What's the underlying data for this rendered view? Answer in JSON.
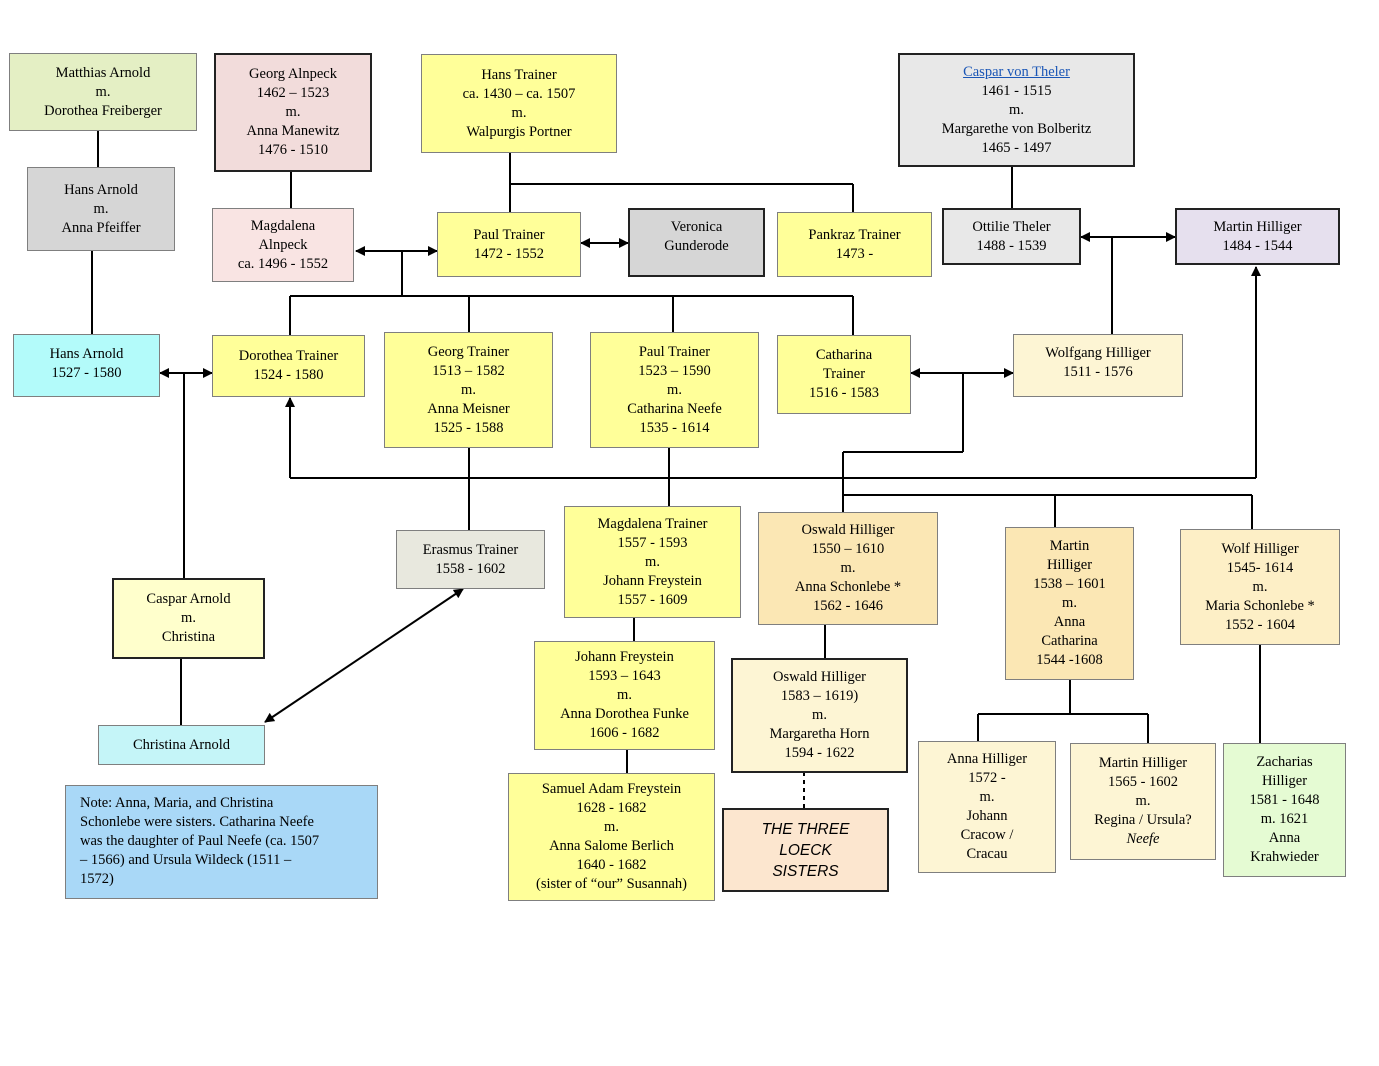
{
  "people": {
    "matthias_arnold": [
      "Matthias Arnold",
      "m.",
      "Dorothea Freiberger"
    ],
    "georg_alnpeck": [
      "Georg Alnpeck",
      "1462 – 1523",
      "m.",
      "Anna Manewitz",
      "1476 - 1510"
    ],
    "hans_trainer": [
      "Hans Trainer",
      "ca. 1430 – ca. 1507",
      "m.",
      "Walpurgis Portner"
    ],
    "caspar_von_theler": {
      "name": "Caspar von Theler",
      "lines": [
        "1461 - 1515",
        "m.",
        "Margarethe von Bolberitz",
        "1465 - 1497"
      ]
    },
    "hans_arnold_sr": [
      "Hans Arnold",
      "m.",
      "Anna Pfeiffer"
    ],
    "magdalena_alnpeck": [
      "Magdalena",
      "Alnpeck",
      "ca. 1496 - 1552"
    ],
    "paul_trainer_sr": [
      "Paul Trainer",
      "1472 - 1552"
    ],
    "veronica_gunderode": [
      "Veronica",
      "Gunderode"
    ],
    "pankraz_trainer": [
      "Pankraz Trainer",
      "1473 -"
    ],
    "ottilie_theler": [
      "Ottilie Theler",
      "1488 - 1539"
    ],
    "martin_hilliger_sr": [
      "Martin Hilliger",
      "1484 - 1544"
    ],
    "hans_arnold_jr": [
      "Hans Arnold",
      "1527 - 1580"
    ],
    "dorothea_trainer": [
      "Dorothea Trainer",
      "1524 - 1580"
    ],
    "georg_trainer": [
      "Georg Trainer",
      "1513 – 1582",
      "m.",
      "Anna Meisner",
      "1525 - 1588"
    ],
    "paul_trainer_jr": [
      "Paul Trainer",
      "1523 – 1590",
      "m.",
      "Catharina Neefe",
      "1535 - 1614"
    ],
    "catharina_trainer": [
      "Catharina",
      "Trainer",
      "1516 - 1583"
    ],
    "wolfgang_hilliger": [
      "Wolfgang Hilliger",
      "1511 - 1576"
    ],
    "erasmus_trainer": [
      "Erasmus Trainer",
      "1558 - 1602"
    ],
    "magdalena_trainer": [
      "Magdalena Trainer",
      "1557 - 1593",
      "m.",
      "Johann Freystein",
      "1557 - 1609"
    ],
    "oswald_hilliger_sr": [
      "Oswald Hilliger",
      "1550 – 1610",
      "m.",
      "Anna Schonlebe *",
      "1562 - 1646"
    ],
    "martin_hilliger_jr": [
      "Martin",
      "Hilliger",
      "1538 – 1601",
      "m.",
      "Anna",
      "Catharina",
      "1544 -1608"
    ],
    "wolf_hilliger": [
      "Wolf Hilliger",
      "1545- 1614",
      "m.",
      "Maria Schonlebe *",
      "1552 - 1604"
    ],
    "caspar_arnold": [
      "Caspar Arnold",
      "m.",
      "Christina"
    ],
    "johann_freystein": [
      "Johann Freystein",
      "1593 – 1643",
      "m.",
      "Anna Dorothea Funke",
      "1606 - 1682"
    ],
    "oswald_hilliger_jr": [
      "Oswald Hilliger",
      "1583 – 1619)",
      "m.",
      "Margaretha Horn",
      "1594 - 1622"
    ],
    "christina_arnold": [
      "Christina Arnold"
    ],
    "anna_hilliger": [
      "Anna Hilliger",
      "1572 -",
      "m.",
      "Johann",
      "Cracow /",
      "Cracau"
    ],
    "martin_hilliger_3": {
      "lines": [
        "Martin Hilliger",
        "1565 - 1602",
        "m.",
        "Regina / Ursula?"
      ],
      "italic": "Neefe"
    },
    "zacharias_hilliger": [
      "Zacharias",
      "Hilliger",
      "1581 - 1648",
      "m. 1621",
      "Anna",
      "Krahwieder"
    ],
    "samuel_freystein": [
      "Samuel Adam Freystein",
      "1628 - 1682",
      "m.",
      "Anna Salome Berlich",
      "1640 - 1682",
      "(sister of “our” Susannah)"
    ],
    "three_loeck_sisters": [
      "THE THREE",
      "LOECK",
      "SISTERS"
    ]
  },
  "note": [
    "Note: Anna, Maria, and Christina",
    "Schonlebe were sisters. Catharina Neefe",
    "was the daughter of Paul Neefe (ca. 1507",
    "– 1566) and Ursula Wildeck (1511 –",
    "1572)"
  ],
  "colors": {
    "line": "#000000",
    "yellow": "#ffff99",
    "link": "#1a56b6"
  }
}
